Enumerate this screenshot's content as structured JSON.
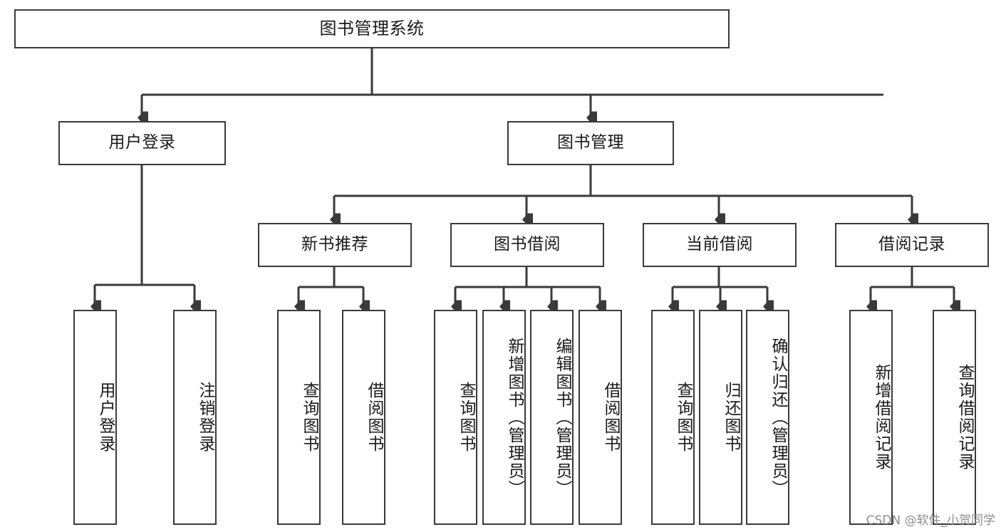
{
  "diagram": {
    "title": "图书管理系统",
    "type": "tree-hierarchy",
    "watermark": "CSDN @软件_小贺同学",
    "colors": {
      "box_border": "#3a3a3a",
      "box_fill": "#ffffff",
      "line": "#3a3a3a",
      "text": "#1a1a1a",
      "watermark": "#8d8d8d",
      "background": "#ffffff"
    },
    "levels": {
      "root": {
        "label": "图书管理系统"
      },
      "level2": [
        {
          "id": "user-login",
          "label": "用户登录"
        },
        {
          "id": "book-management",
          "label": "图书管理"
        }
      ],
      "level3": [
        {
          "id": "new-book-recommend",
          "label": "新书推荐"
        },
        {
          "id": "book-borrow",
          "label": "图书借阅"
        },
        {
          "id": "current-borrow",
          "label": "当前借阅"
        },
        {
          "id": "borrow-record",
          "label": "借阅记录"
        }
      ],
      "leaves": [
        {
          "id": "leaf-user-login",
          "label": "用户登录",
          "parent": "user-login"
        },
        {
          "id": "leaf-user-logout",
          "label": "注销登录",
          "parent": "user-login"
        },
        {
          "id": "leaf-query-book-1",
          "label": "查询图书",
          "parent": "new-book-recommend"
        },
        {
          "id": "leaf-borrow-book-1",
          "label": "借阅图书",
          "parent": "new-book-recommend"
        },
        {
          "id": "leaf-query-book-2",
          "label": "查询图书",
          "parent": "book-borrow"
        },
        {
          "id": "leaf-add-book",
          "label": "新增图书（管理员）",
          "parent": "book-borrow"
        },
        {
          "id": "leaf-edit-book",
          "label": "编辑图书（管理员）",
          "parent": "book-borrow"
        },
        {
          "id": "leaf-borrow-book-2",
          "label": "借阅图书",
          "parent": "book-borrow"
        },
        {
          "id": "leaf-query-book-3",
          "label": "查询图书",
          "parent": "current-borrow"
        },
        {
          "id": "leaf-return-book",
          "label": "归还图书",
          "parent": "current-borrow"
        },
        {
          "id": "leaf-confirm-return",
          "label": "确认归还（管理员）",
          "parent": "current-borrow"
        },
        {
          "id": "leaf-add-record",
          "label": "新增借阅记录",
          "parent": "borrow-record"
        },
        {
          "id": "leaf-query-record",
          "label": "查询借阅记录",
          "parent": "borrow-record"
        }
      ]
    }
  }
}
